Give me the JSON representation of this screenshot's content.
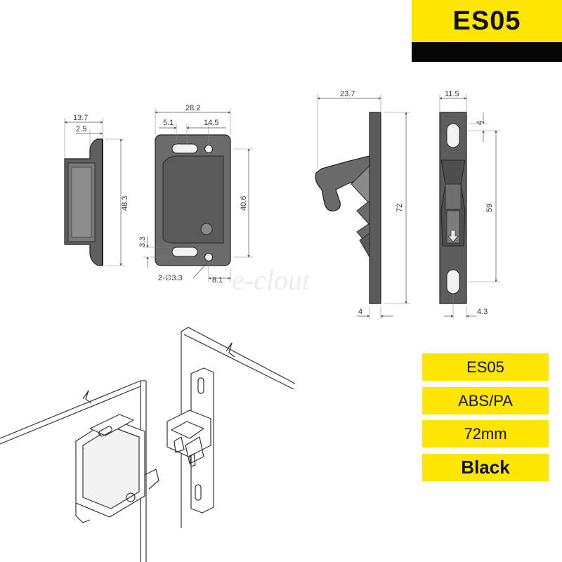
{
  "header": {
    "model": "ES05"
  },
  "specs": {
    "model": "ES05",
    "material": "ABS/PA",
    "length": "72mm",
    "color": "Black"
  },
  "watermark": "e-clout",
  "dimensions": {
    "side_width": "13.7",
    "side_flange": "2.5",
    "side_height": "48.3",
    "front_width": "28.2",
    "slot_offset": "5.1",
    "hole_spacing": "14.5",
    "front_height": "40.6",
    "bottom_offset": "3.3",
    "hole_spec": "2-∅3.3",
    "hole_offset": "8.1",
    "catch_depth": "23.7",
    "catch_length": "72",
    "catch_base": "4",
    "plate_width": "11.5",
    "plate_top_offset": "4",
    "plate_hole_spacing": "59",
    "plate_bottom": "4.3"
  },
  "colors": {
    "accent": "#ffe600",
    "bar": "#050505",
    "part": "#5e5e5e"
  }
}
